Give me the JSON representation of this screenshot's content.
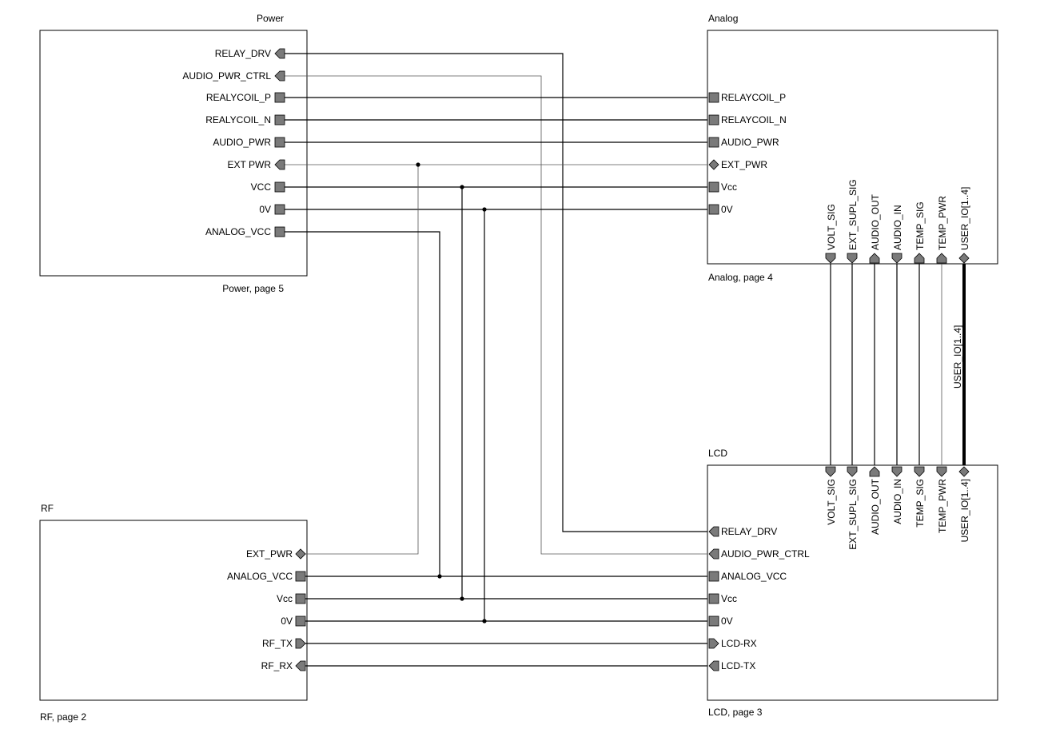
{
  "blocks": {
    "power": {
      "title": "Power",
      "caption": "Power, page 5",
      "ports": [
        "RELAY_DRV",
        "AUDIO_PWR_CTRL",
        "REALYCOIL_P",
        "REALYCOIL_N",
        "AUDIO_PWR",
        "EXT PWR",
        "VCC",
        "0V",
        "ANALOG_VCC"
      ]
    },
    "analog": {
      "title": "Analog",
      "caption": "Analog, page 4",
      "ports_left": [
        "RELAYCOIL_P",
        "RELAYCOIL_N",
        "AUDIO_PWR",
        "EXT_PWR",
        "Vcc",
        "0V"
      ],
      "ports_bottom": [
        "VOLT_SIG",
        "EXT_SUPL_SIG",
        "AUDIO_OUT",
        "AUDIO_IN",
        "TEMP_SIG",
        "TEMP_PWR",
        "USER_IO[1..4]"
      ]
    },
    "rf": {
      "title": "RF",
      "caption": "RF, page 2",
      "ports": [
        "EXT_PWR",
        "ANALOG_VCC",
        "Vcc",
        "0V",
        "RF_TX",
        "RF_RX"
      ]
    },
    "lcd": {
      "title": "LCD",
      "caption": "LCD, page 3",
      "ports_left": [
        "RELAY_DRV",
        "AUDIO_PWR_CTRL",
        "ANALOG_VCC",
        "Vcc",
        "0V",
        "LCD-RX",
        "LCD-TX"
      ],
      "ports_top": [
        "VOLT_SIG",
        "EXT_SUPL_SIG",
        "AUDIO_OUT",
        "AUDIO_IN",
        "TEMP_SIG",
        "TEMP_PWR",
        "USER_IO[1..4]"
      ]
    }
  },
  "bus_label": "USER_IO[1..4]",
  "colors": {
    "line": "#000000",
    "port_fill": "#7a7a7a",
    "background": "#ffffff"
  }
}
